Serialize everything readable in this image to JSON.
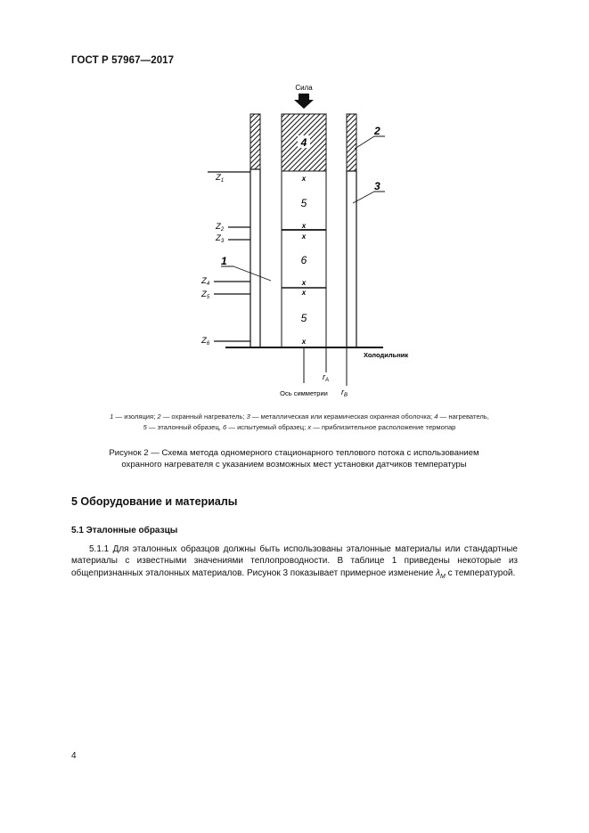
{
  "header": {
    "doc_id": "ГОСТ Р 57967—2017"
  },
  "figure": {
    "force_label": "Сила",
    "cold_plate_label": "Холодильник",
    "symmetry_axis_label": "Ось симметрии",
    "radius_a_label": "r",
    "radius_a_sub": "A",
    "radius_b_label": "r",
    "radius_b_sub": "B",
    "thermocouple_mark": "x",
    "block_numbers": [
      "4",
      "5",
      "6",
      "5"
    ],
    "callouts": [
      "1",
      "2",
      "3"
    ],
    "z_label": "Z",
    "z_subscripts": [
      "1",
      "2",
      "3",
      "4",
      "5",
      "6"
    ]
  },
  "legend": {
    "n1": "1",
    "t1": " — изоляция; ",
    "n2": "2",
    "t2": " — охранный нагреватель; ",
    "n3": "3",
    "t3": " — металлическая или керамическая охранная оболочка; ",
    "n4": "4",
    "t4": " — нагреватель,",
    "n5": "5",
    "t5": " — эталонный образец, ",
    "n6": "6",
    "t6": " — испытуемый образец; ",
    "nx": "x",
    "tx": " — приблизительное расположение термопар"
  },
  "caption": {
    "line1": "Рисунок 2 — Схема метода одномерного стационарного теплового потока с использованием",
    "line2": "охранного нагревателя с указанием возможных мест установки датчиков температуры"
  },
  "section": {
    "title": "5 Оборудование и материалы"
  },
  "subsection": {
    "title": "5.1 Эталонные образцы"
  },
  "paragraph": {
    "text_before": "5.1.1 Для эталонных образцов должны быть использованы эталонные материалы или стандартные материалы с известными значениями теплопроводности. В таблице 1 приведены некоторые из общепризнанных эталонных материалов. Рисунок 3 показывает примерное изменение ",
    "lambda": "λ",
    "lambda_sub": "M",
    "text_after": " с температурой."
  },
  "page_number": "4"
}
